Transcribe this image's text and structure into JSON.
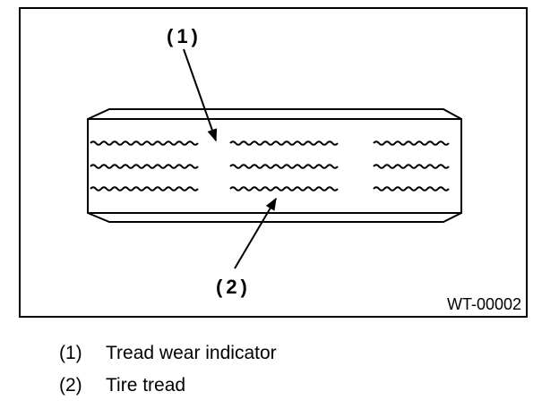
{
  "diagram": {
    "callout_1": "(1)",
    "callout_2": "(2)",
    "figure_code": "WT-00002"
  },
  "legend": {
    "items": [
      {
        "number": "(1)",
        "label": "Tread wear indicator"
      },
      {
        "number": "(2)",
        "label": "Tire tread"
      }
    ]
  },
  "colors": {
    "ink": "#000000",
    "background": "#ffffff"
  }
}
